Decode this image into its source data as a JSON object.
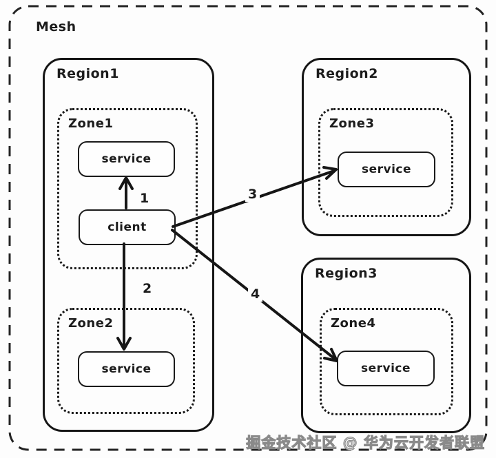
{
  "diagram": {
    "title": "Mesh",
    "regions": [
      {
        "name": "Region1",
        "zones": [
          {
            "name": "Zone1",
            "nodes": [
              {
                "label": "service"
              },
              {
                "label": "client"
              }
            ]
          },
          {
            "name": "Zone2",
            "nodes": [
              {
                "label": "service"
              }
            ]
          }
        ]
      },
      {
        "name": "Region2",
        "zones": [
          {
            "name": "Zone3",
            "nodes": [
              {
                "label": "service"
              }
            ]
          }
        ]
      },
      {
        "name": "Region3",
        "zones": [
          {
            "name": "Zone4",
            "nodes": [
              {
                "label": "service"
              }
            ]
          }
        ]
      }
    ],
    "connections": [
      {
        "label": "1",
        "from": "client",
        "to": "service in Zone1"
      },
      {
        "label": "2",
        "from": "client",
        "to": "service in Zone2"
      },
      {
        "label": "3",
        "from": "client",
        "to": "service in Zone3"
      },
      {
        "label": "4",
        "from": "client",
        "to": "service in Zone4"
      }
    ]
  },
  "watermark": "掘金技术社区 @ 华为云开发者联盟",
  "colors": {
    "stroke": "#1a1a1a",
    "background": "#fdfdfd",
    "watermark": "#8a8a8a"
  }
}
